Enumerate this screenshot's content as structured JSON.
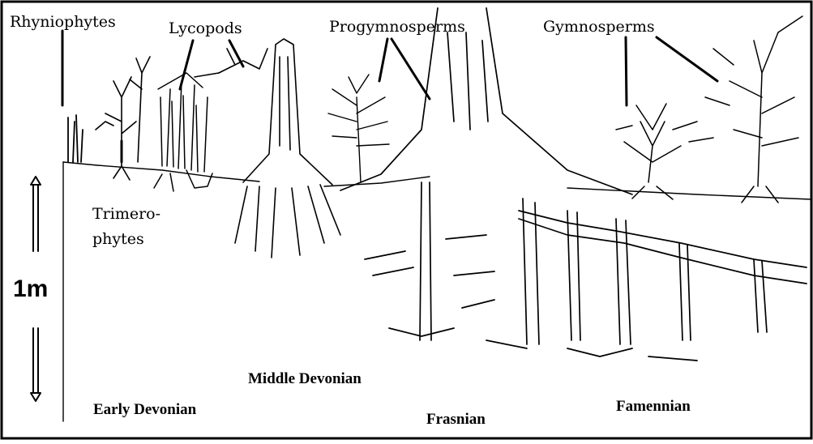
{
  "labels": {
    "rhyniophytes": "Rhyniophytes",
    "lycopods": "Lycopods",
    "progymnosperms": "Progymnosperms",
    "gymnosperms": "Gymnosperms",
    "trimero_line1": "Trimero-",
    "trimero_line2": "phytes"
  },
  "scale": {
    "label": "1m"
  },
  "periods": {
    "early": "Early Devonian",
    "middle": "Middle Devonian",
    "frasnian": "Frasnian",
    "famennian": "Famennian"
  }
}
